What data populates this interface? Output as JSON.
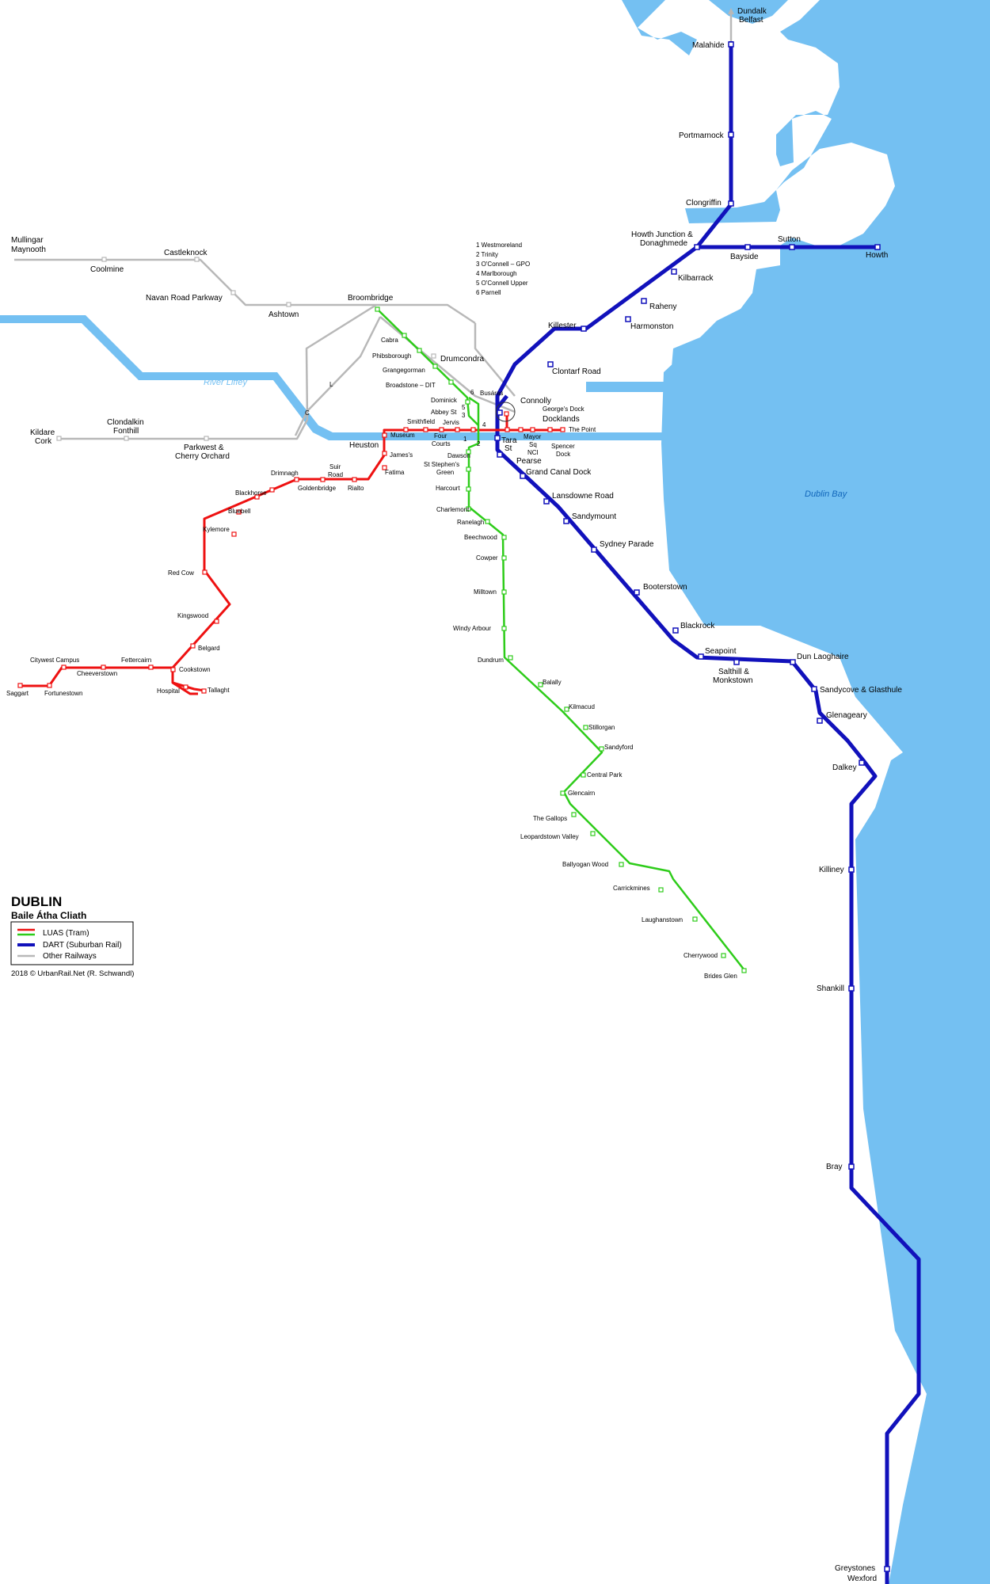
{
  "title": "DUBLIN",
  "subtitle": "Baile Átha Cliath",
  "credit": "2018 © UrbanRail.Net (R. Schwandl)",
  "colors": {
    "water": "#74c0f2",
    "luas_red": "#ee1111",
    "luas_green": "#2ecc1a",
    "dart": "#1111bb",
    "other_rail": "#b8b8b8"
  },
  "legend": [
    {
      "label": "LUAS (Tram)",
      "colors": [
        "#ee1111",
        "#2ecc1a"
      ]
    },
    {
      "label": "DART (Suburban Rail)",
      "colors": [
        "#1111bb"
      ]
    },
    {
      "label": "Other Railways",
      "colors": [
        "#b8b8b8"
      ]
    }
  ],
  "water_labels": {
    "river": "River Liffey",
    "bay": "Dublin Bay"
  },
  "city_centre_key": [
    "1 Westmoreland",
    "2 Trinity",
    "3 O'Connell – GPO",
    "4 Marlborough",
    "5 O'Connell Upper",
    "6 Parnell"
  ],
  "centre_numbers": [
    "1",
    "2",
    "3",
    "4",
    "5",
    "6"
  ],
  "dart_stations": {
    "dundalk": "Dundalk",
    "belfast": "Belfast",
    "malahide": "Malahide",
    "portmarnock": "Portmarnock",
    "clongriffin": "Clongriffin",
    "howth_jct_1": "Howth Junction &",
    "howth_jct_2": "Donaghmede",
    "bayside": "Bayside",
    "sutton": "Sutton",
    "howth": "Howth",
    "kilbarrack": "Kilbarrack",
    "raheny": "Raheny",
    "harmonston": "Harmonston",
    "killester": "Killester",
    "clontarf": "Clontarf Road",
    "connolly": "Connolly",
    "tara_1": "Tara",
    "tara_2": "St",
    "pearse": "Pearse",
    "grand_canal": "Grand Canal Dock",
    "lansdowne": "Lansdowne Road",
    "sandymount": "Sandymount",
    "sydney": "Sydney Parade",
    "booterstown": "Booterstown",
    "blackrock": "Blackrock",
    "seapoint": "Seapoint",
    "salthill_1": "Salthill &",
    "salthill_2": "Monkstown",
    "dun_laoghaire": "Dun Laoghaire",
    "sandycove": "Sandycove & Glasthule",
    "glenageary": "Glenageary",
    "dalkey": "Dalkey",
    "killiney": "Killiney",
    "shankill": "Shankill",
    "bray": "Bray",
    "greystones": "Greystones",
    "wexford": "Wexford"
  },
  "red_stations": {
    "the_point": "The Point",
    "spencer_1": "Spencer",
    "spencer_2": "Dock",
    "mayor_1": "Mayor",
    "mayor_2": "Sq",
    "mayor_3": "NCI",
    "georges_dock": "George's Dock",
    "docklands": "Docklands",
    "busaras": "Busáras",
    "abbey_st": "Abbey St",
    "jervis": "Jervis",
    "four_courts_1": "Four",
    "four_courts_2": "Courts",
    "smithfield": "Smithfield",
    "museum": "Museum",
    "heuston": "Heuston",
    "james": "James's",
    "fatima": "Fatima",
    "rialto": "Rialto",
    "suir_road_1": "Suir",
    "suir_road_2": "Road",
    "goldenbridge": "Goldenbridge",
    "drimnagh": "Drimnagh",
    "blackhorse": "Blackhorse",
    "bluebell": "Bluebell",
    "kylemore": "Kylemore",
    "red_cow": "Red Cow",
    "kingswood": "Kingswood",
    "belgard": "Belgard",
    "cookstown": "Cookstown",
    "hospital": "Hospital",
    "tallaght": "Tallaght",
    "fettercairn": "Fettercairn",
    "cheeverstown": "Cheeverstown",
    "citywest": "Citywest Campus",
    "fortunestown": "Fortunestown",
    "saggart": "Saggart"
  },
  "green_stations": {
    "broombridge": "Broombridge",
    "cabra": "Cabra",
    "phibsborough": "Phibsborough",
    "grangegorman": "Grangegorman",
    "broadstone": "Broadstone – DIT",
    "dominick": "Dominick",
    "dawson": "Dawson",
    "stephens_1": "St Stephen's",
    "stephens_2": "Green",
    "harcourt": "Harcourt",
    "charlemont": "Charlemont",
    "ranelagh": "Ranelagh",
    "beechwood": "Beechwood",
    "cowper": "Cowper",
    "milltown": "Milltown",
    "windy_arbour": "Windy Arbour",
    "dundrum": "Dundrum",
    "balally": "Balally",
    "kilmacud": "Kilmacud",
    "stillorgan": "Stillorgan",
    "sandyford": "Sandyford",
    "central_park": "Central Park",
    "glencairn": "Glencairn",
    "the_gallops": "The Gallops",
    "leopardstown": "Leopardstown Valley",
    "ballyogan": "Ballyogan Wood",
    "carrickmines": "Carrickmines",
    "laughanstown": "Laughanstown",
    "cherrywood": "Cherrywood",
    "brides_glen": "Brides Glen"
  },
  "other_stations": {
    "mullingar": "Mullingar",
    "maynooth": "Maynooth",
    "coolmine": "Coolmine",
    "castleknock": "Castleknock",
    "navan_road": "Navan Road Parkway",
    "ashtown": "Ashtown",
    "drumcondra": "Drumcondra",
    "kildare": "Kildare",
    "cork": "Cork",
    "clondalkin_1": "Clondalkin",
    "clondalkin_2": "Fonthill",
    "parkwest_1": "Parkwest &",
    "parkwest_2": "Cherry Orchard"
  }
}
